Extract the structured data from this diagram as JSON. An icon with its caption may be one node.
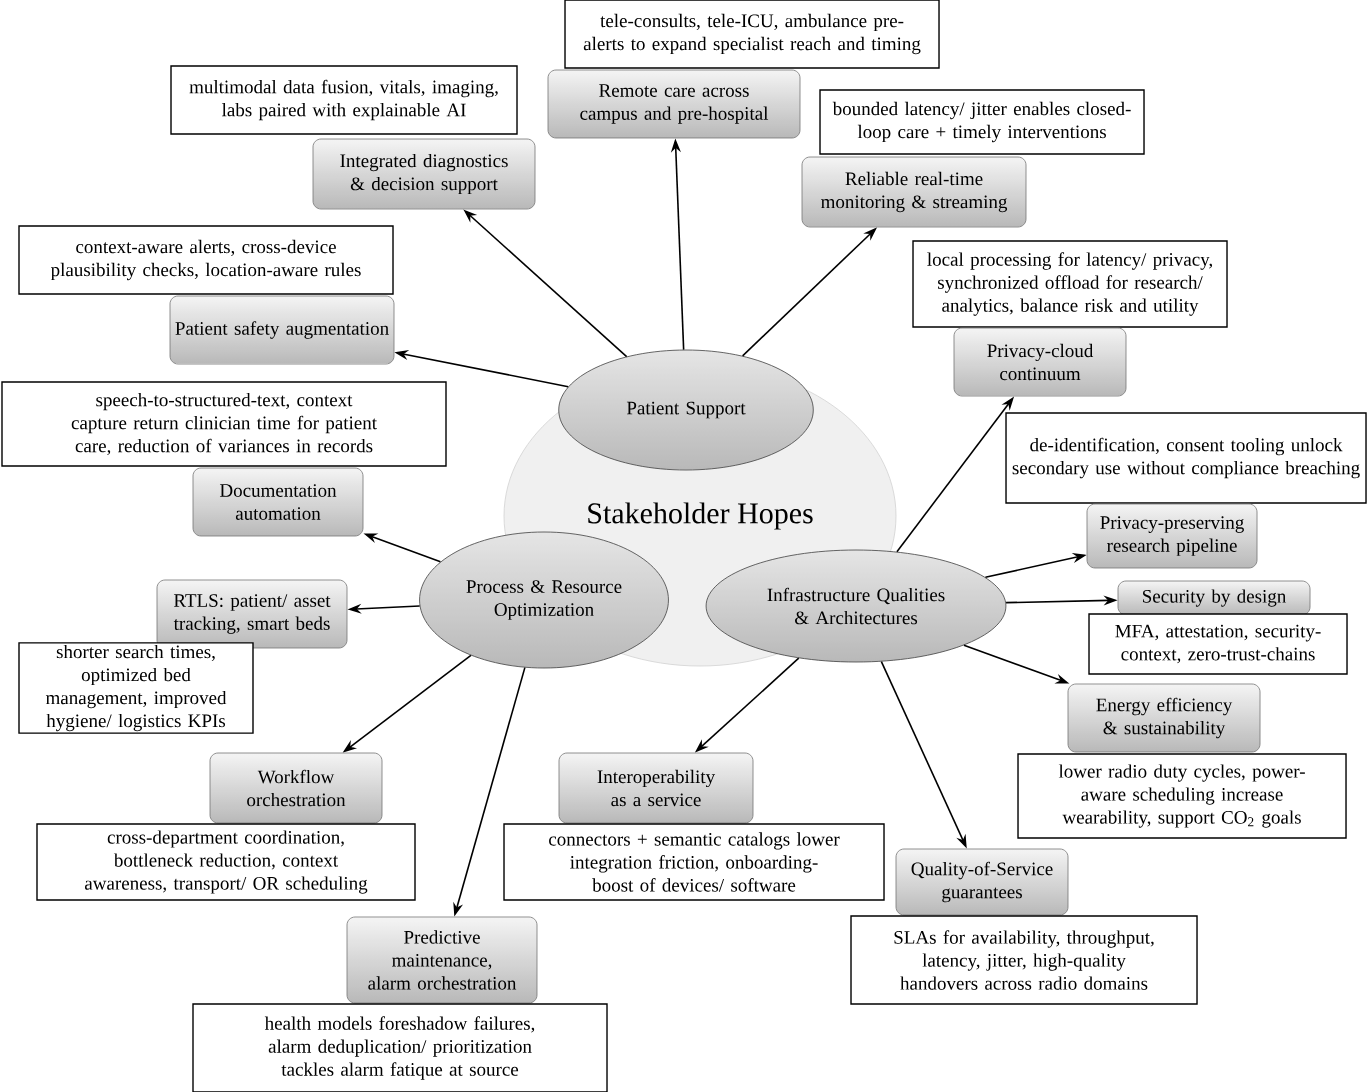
{
  "diagram": {
    "nodes": [
      {
        "text": [
          "Stakeholder Hopes"
        ]
      },
      {
        "text": [
          "Patient Support"
        ]
      },
      {
        "text": [
          "Process & Resource Optimization"
        ]
      },
      {
        "text": [
          "Infrastructure Qualities & Architectures"
        ]
      },
      {
        "text": [
          "tele-consults, tele-ICU, ambulance pre-alerts to expand specialist reach and timing"
        ]
      },
      {
        "text": [
          "Remote care across campus and pre-hospital"
        ]
      },
      {
        "text": [
          "multimodal data fusion, vitals, imaging, labs paired with explainable AI"
        ]
      },
      {
        "text": [
          "Integrated diagnostics & decision support"
        ]
      },
      {
        "text": [
          "bounded latency/ jitter enables closed-loop care + timely interventions"
        ]
      },
      {
        "text": [
          "Reliable real-time monitoring & streaming"
        ]
      },
      {
        "text": [
          "context-aware alerts, cross-device plausibility checks, location-aware rules"
        ]
      },
      {
        "text": [
          "Patient safety augmentation"
        ]
      },
      {
        "text": [
          "local processing for latency/ privacy, synchronized offload for research/ analytics, balance risk and utility"
        ]
      },
      {
        "text": [
          "Privacy-cloud continuum"
        ]
      },
      {
        "text": [
          "speech-to-structured-text, context capture return clinician time for patient care, reduction of variances in records"
        ]
      },
      {
        "text": [
          "Documentation automation"
        ]
      },
      {
        "text": [
          "de-identification, consent tooling unlock secondary use without compliance breaching"
        ]
      },
      {
        "text": [
          "Privacy-preserving research pipeline"
        ]
      },
      {
        "text": [
          "RTLS: patient/ asset tracking, smart beds"
        ]
      },
      {
        "text": [
          "shorter search times, optimized bed management, improved hygiene/ logistics KPIs"
        ]
      },
      {
        "text": [
          "Security by design"
        ]
      },
      {
        "text": [
          "MFA, attestation, security-context, zero-trust-chains"
        ]
      },
      {
        "text": [
          "Energy efficiency & sustainability"
        ]
      },
      {
        "text": [
          "lower radio duty cycles, power-aware scheduling increase wearability, support CO$_{2}$ goals"
        ]
      },
      {
        "text": [
          "Workflow orchestration"
        ]
      },
      {
        "text": [
          "cross-department coordination, bottleneck reduction, context awareness, transport/ OR scheduling"
        ]
      },
      {
        "text": [
          "Interoperability as a service"
        ]
      },
      {
        "text": [
          "connectors + semantic catalogs lower integration friction, onboarding-boost of devices/ software"
        ]
      },
      {
        "text": [
          "Quality-of-Service guarantees"
        ]
      },
      {
        "text": [
          "SLAs for availability, throughput, latency, jitter, high-quality handovers across radio domains"
        ]
      },
      {
        "text": [
          "Predictive maintenance, alarm orchestration"
        ]
      },
      {
        "text": [
          "health models foreshadow failures, alarm deduplication/ prioritization tackles alarm fatique at source"
        ]
      }
    ],
    "edges": [
      {
        "from": 1,
        "to": 5,
        "arrow": "to"
      },
      {
        "from": 1,
        "to": 7,
        "arrow": "to"
      },
      {
        "from": 1,
        "to": 9,
        "arrow": "to"
      },
      {
        "from": 1,
        "to": 11,
        "arrow": "to"
      },
      {
        "from": 2,
        "to": 15,
        "arrow": "to"
      },
      {
        "from": 2,
        "to": 18,
        "arrow": "to"
      },
      {
        "from": 2,
        "to": 24,
        "arrow": "to"
      },
      {
        "from": 2,
        "to": 30,
        "arrow": "to"
      },
      {
        "from": 3,
        "to": 13,
        "arrow": "to"
      },
      {
        "from": 3,
        "to": 17,
        "arrow": "to"
      },
      {
        "from": 3,
        "to": 20,
        "arrow": "to"
      },
      {
        "from": 3,
        "to": 22,
        "arrow": "to"
      },
      {
        "from": 3,
        "to": 26,
        "arrow": "to"
      },
      {
        "from": 3,
        "to": 28,
        "arrow": "to"
      }
    ]
  }
}
